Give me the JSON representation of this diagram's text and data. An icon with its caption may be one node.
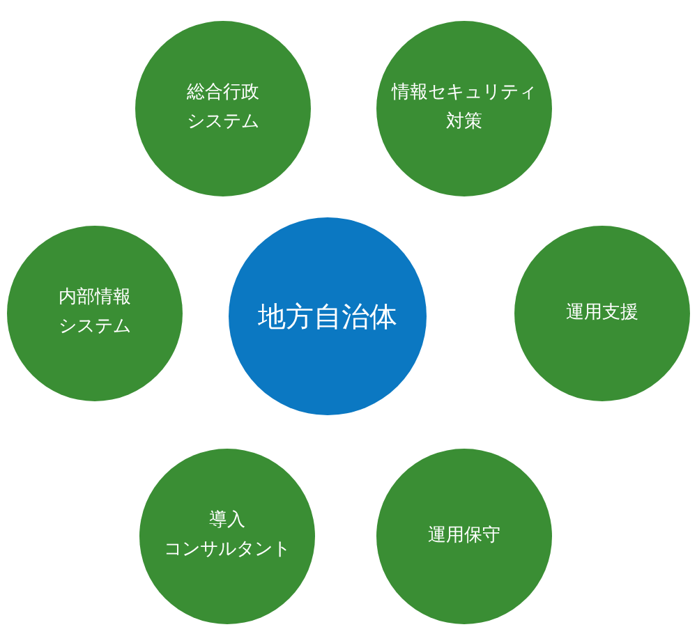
{
  "diagram": {
    "nodes": [
      {
        "text": [
          "総合行政システム"
        ]
      },
      {
        "text": [
          "情報セキュリティ対策"
        ]
      },
      {
        "text": [
          "内部情報システム"
        ]
      },
      {
        "text": [
          "地方自治体"
        ]
      },
      {
        "text": [
          "運用支援"
        ]
      },
      {
        "text": [
          "導入コンサルタント"
        ]
      },
      {
        "text": [
          "運用保守"
        ]
      }
    ]
  }
}
